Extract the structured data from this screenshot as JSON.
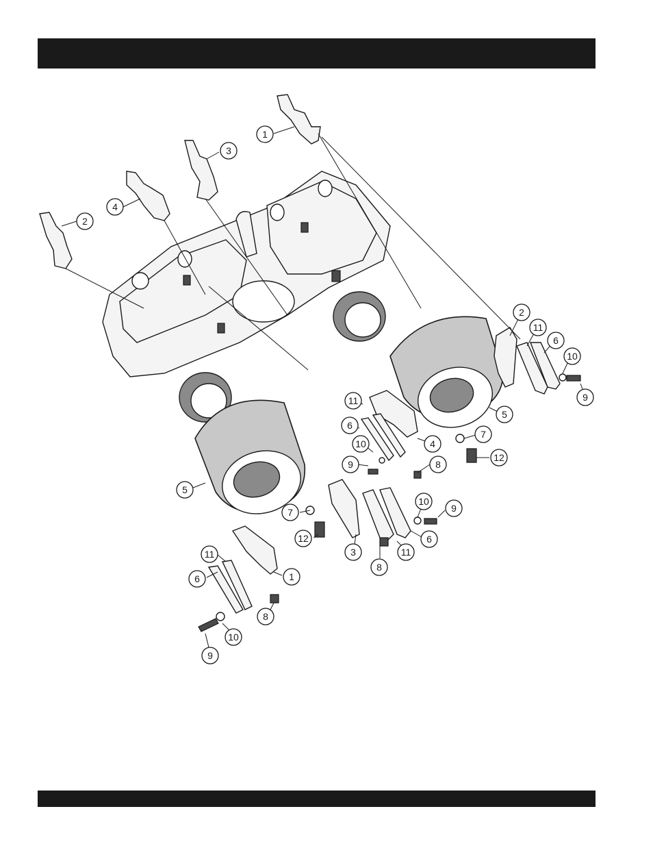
{
  "callouts": [
    {
      "label": "1"
    },
    {
      "label": "3"
    },
    {
      "label": "4"
    },
    {
      "label": "2"
    },
    {
      "label": "2"
    },
    {
      "label": "11"
    },
    {
      "label": "6"
    },
    {
      "label": "10"
    },
    {
      "label": "9"
    },
    {
      "label": "5"
    },
    {
      "label": "7"
    },
    {
      "label": "12"
    },
    {
      "label": "11"
    },
    {
      "label": "6"
    },
    {
      "label": "4"
    },
    {
      "label": "10"
    },
    {
      "label": "9"
    },
    {
      "label": "8"
    },
    {
      "label": "5"
    },
    {
      "label": "7"
    },
    {
      "label": "12"
    },
    {
      "label": "10"
    },
    {
      "label": "9"
    },
    {
      "label": "6"
    },
    {
      "label": "3"
    },
    {
      "label": "11"
    },
    {
      "label": "8"
    },
    {
      "label": "11"
    },
    {
      "label": "6"
    },
    {
      "label": "1"
    },
    {
      "label": "8"
    },
    {
      "label": "10"
    },
    {
      "label": "9"
    }
  ]
}
